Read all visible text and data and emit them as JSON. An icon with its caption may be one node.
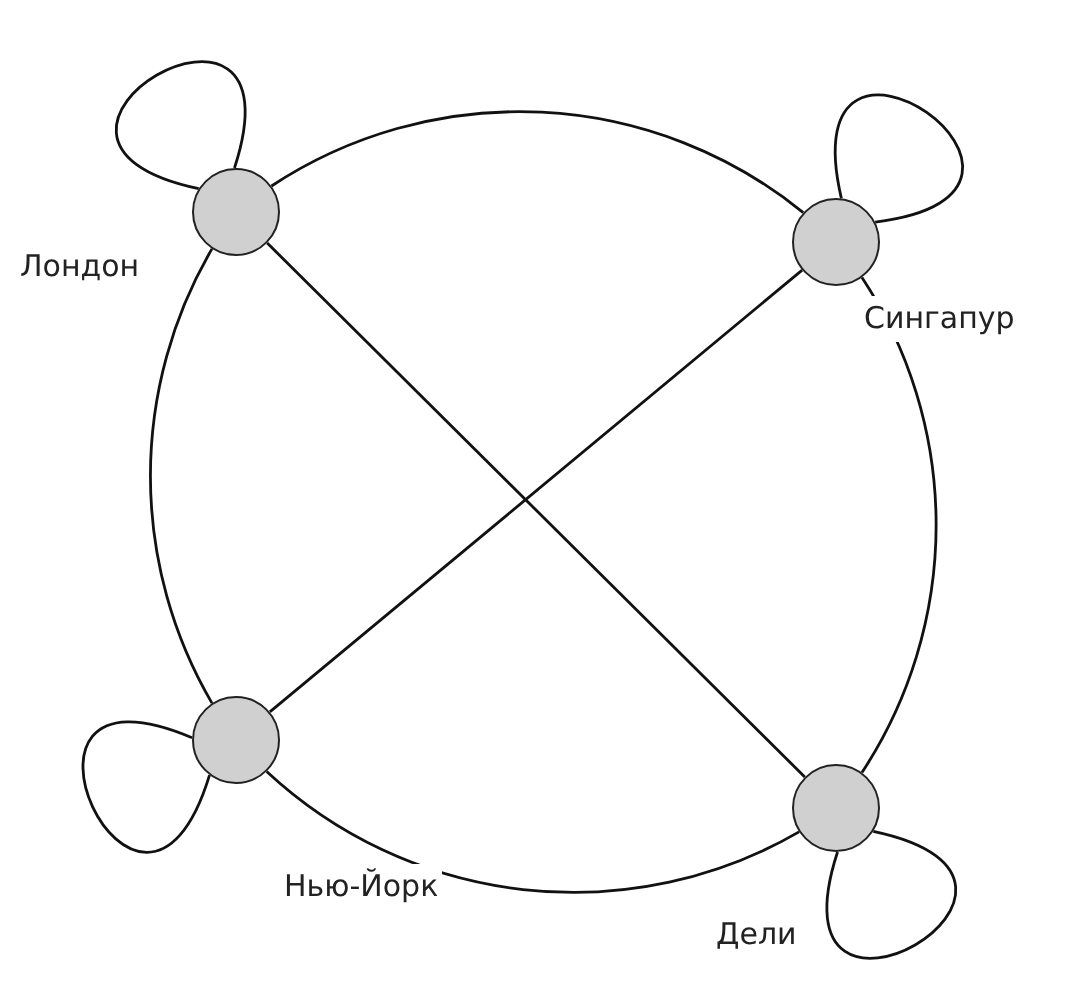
{
  "diagram": {
    "nodes": [
      {
        "text": [],
        "shape": "circle",
        "beside": [
          "Лондон"
        ]
      },
      {
        "text": [],
        "shape": "circle",
        "beside": [
          "Сингапур"
        ]
      },
      {
        "text": [],
        "shape": "circle",
        "beside": [
          "Нью-Йорк"
        ]
      },
      {
        "text": [],
        "shape": "circle",
        "beside": [
          "Дели"
        ]
      }
    ],
    "edges": [
      {
        "from": 0,
        "to": 1,
        "arrow": "none"
      },
      {
        "from": 1,
        "to": 3,
        "arrow": "none"
      },
      {
        "from": 3,
        "to": 2,
        "arrow": "none"
      },
      {
        "from": 2,
        "to": 0,
        "arrow": "none"
      },
      {
        "from": 0,
        "to": 3,
        "arrow": "none"
      },
      {
        "from": 1,
        "to": 2,
        "arrow": "none"
      },
      {
        "from": 0,
        "to": 0,
        "arrow": "none"
      },
      {
        "from": 1,
        "to": 1,
        "arrow": "none"
      },
      {
        "from": 2,
        "to": 2,
        "arrow": "none"
      },
      {
        "from": 3,
        "to": 3,
        "arrow": "none"
      }
    ]
  }
}
